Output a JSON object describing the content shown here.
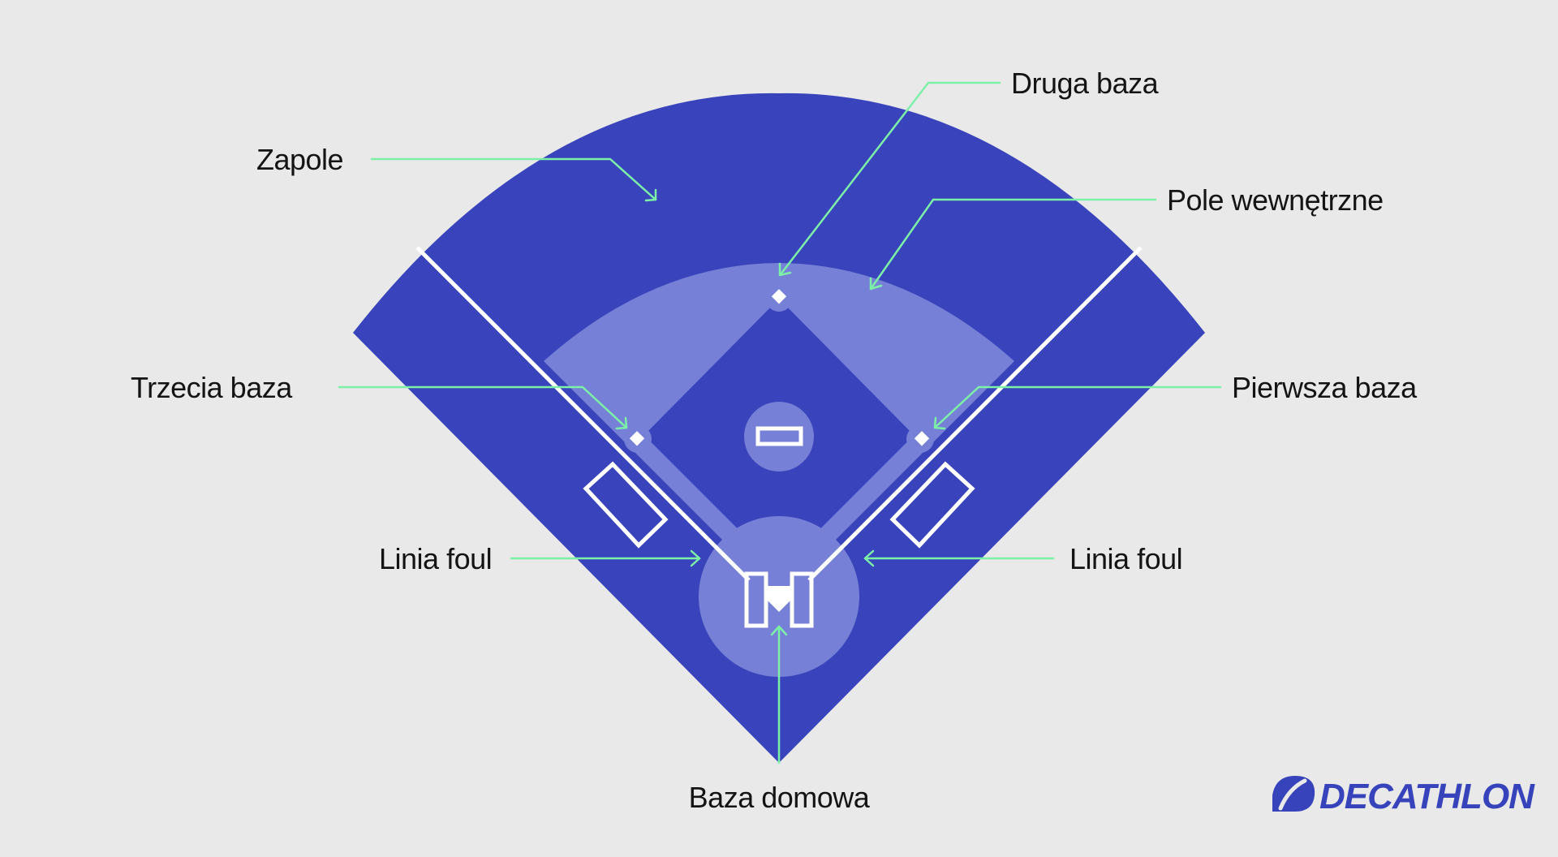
{
  "colors": {
    "background": "#e9e9e9",
    "field": "#3944bc",
    "infield_arc": "#7680d6",
    "lines": "#ffffff",
    "leader": "#7df0a8",
    "brand": "#3643ba",
    "text": "#141414"
  },
  "labels": {
    "outfield": "Zapole",
    "second_base": "Druga baza",
    "infield": "Pole wewnętrzne",
    "third_base": "Trzecia baza",
    "first_base": "Pierwsza baza",
    "foul_line_left": "Linia foul",
    "foul_line_right": "Linia foul",
    "home_plate": "Baza domowa"
  },
  "brand": {
    "name": "DECATHLON",
    "icon": "decathlon-logo-icon"
  }
}
